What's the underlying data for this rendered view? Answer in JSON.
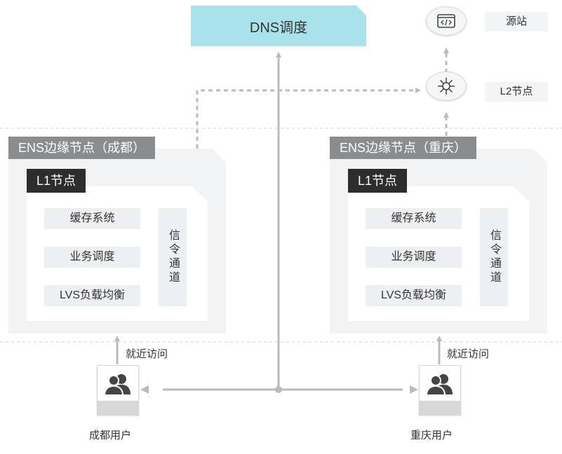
{
  "dns": {
    "label": "DNS调度"
  },
  "origin": {
    "label": "源站",
    "icon": "code-window-icon"
  },
  "l2": {
    "label": "L2节点",
    "icon": "hub-icon"
  },
  "zones": [
    {
      "title": "ENS边缘节点（成都）",
      "l1_label": "L1节点",
      "stack": [
        "缓存系统",
        "业务调度",
        "LVS负载均衡"
      ],
      "signal": "信令通道",
      "access_label": "就近访问",
      "user_label": "成都用户"
    },
    {
      "title": "ENS边缘节点（重庆）",
      "l1_label": "L1节点",
      "stack": [
        "缓存系统",
        "业务调度",
        "LVS负载均衡"
      ],
      "signal": "信令通道",
      "access_label": "就近访问",
      "user_label": "重庆用户"
    }
  ],
  "icons": {
    "user": "users-icon"
  },
  "colors": {
    "dns_fill": "#a9e2ea",
    "title_bar": "#8a8c8e",
    "l1_tag": "#2d2d2d",
    "connector": "#b9bbbd"
  }
}
